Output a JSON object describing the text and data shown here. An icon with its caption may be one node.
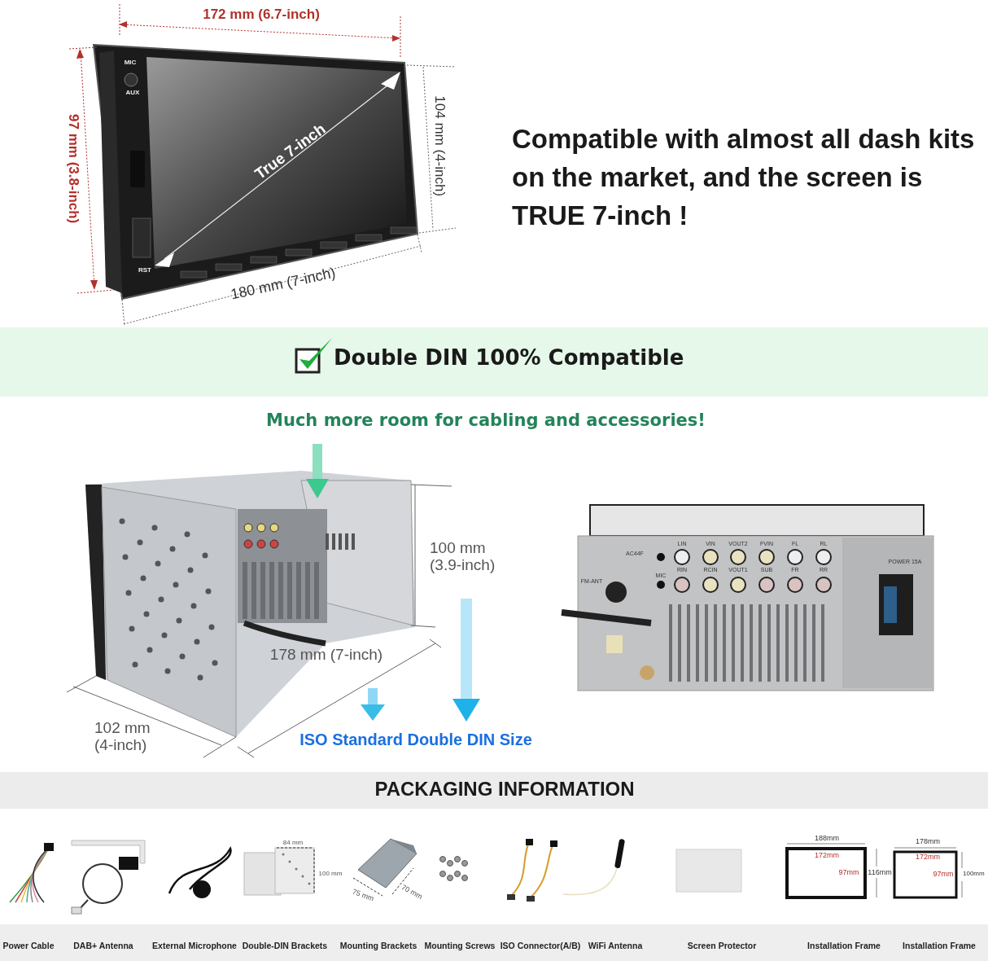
{
  "diagram": {
    "labels": [
      "172 mm (6.7-inch)",
      "97 mm (3.8-inch)",
      "104 mm (4-inch)",
      "MIC",
      "AUX",
      "True 7-inch",
      "RST",
      "180 mm (7-inch)",
      "Compatible with almost all dash kits on the market, and the screen is TRUE 7-inch !",
      "Double DIN 100% Compatible",
      "Much more room for cabling and accessories!",
      "100 mm (3.9-inch)",
      "178 mm (7-inch)",
      "102 mm (4-inch)",
      "ISO Standard Double DIN Size",
      "AC44F",
      "LIN",
      "VIN",
      "VOUT2",
      "FVIN",
      "FL",
      "RL",
      "MIC",
      "RIN",
      "RCIN",
      "VOUT1",
      "SUB",
      "FR",
      "RR",
      "FM-ANT",
      "POWER 15A",
      "PACKAGING INFORMATION",
      "84 mm",
      "100 mm",
      "75 mm",
      "70 mm",
      "188mm",
      "172mm",
      "97mm",
      "116mm",
      "178mm",
      "172mm",
      "97mm",
      "100mm",
      "Power Cable",
      "DAB+ Antenna",
      "External Microphone",
      "Double-DIN Brackets",
      "Mounting Brackets",
      "Mounting Screws",
      "ISO Connector(A/B)",
      "WiFi Antenna",
      "Screen Protector",
      "Installation Frame",
      "Installation Frame"
    ]
  }
}
